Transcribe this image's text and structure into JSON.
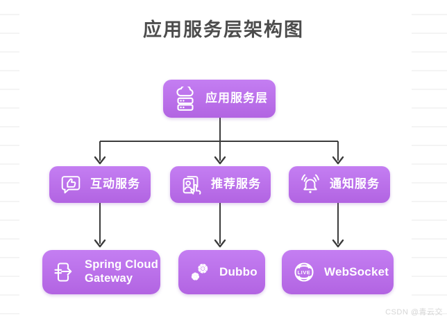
{
  "page": {
    "title": "应用服务层架构图",
    "watermark": "CSDN @青云交"
  },
  "colors": {
    "node_fill_top": "#c47ef2",
    "node_fill_bottom": "#b264e2",
    "node_text": "#ffffff",
    "connector": "#3b3b3b",
    "title_text": "#4c4c4c",
    "watermark_text": "#d6d6d6",
    "background_line": "#f4f4f4"
  },
  "diagram": {
    "root": {
      "label": "应用服务层",
      "icon": "cloud-server-icon"
    },
    "services": [
      {
        "label": "互动服务",
        "icon": "thumbs-up-bubble-icon"
      },
      {
        "label": "推荐服务",
        "icon": "recommend-hand-card-icon"
      },
      {
        "label": "通知服务",
        "icon": "ringing-bell-icon"
      }
    ],
    "technologies": [
      {
        "label": "Spring Cloud Gateway",
        "icon": "gateway-arrow-icon"
      },
      {
        "label": "Dubbo",
        "icon": "gears-icon"
      },
      {
        "label": "WebSocket",
        "icon": "live-globe-icon",
        "icon_text": "LIVE"
      }
    ]
  }
}
